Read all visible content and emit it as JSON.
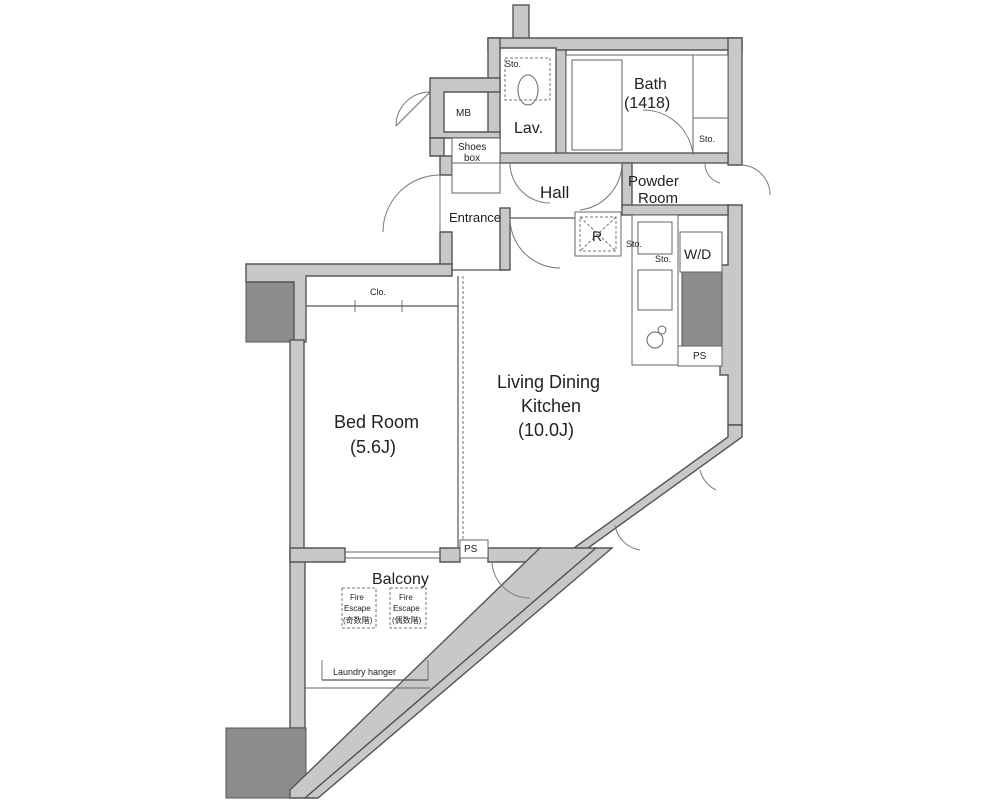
{
  "rooms": {
    "bath": {
      "name": "Bath",
      "size": "(1418)"
    },
    "lav": "Lav.",
    "mb": "MB",
    "shoes_box": [
      "Shoes",
      "box"
    ],
    "entrance": "Entrance",
    "hall": "Hall",
    "powder_room": [
      "Powder",
      "Room"
    ],
    "refrigerator": "R",
    "wd": "W/D",
    "ldk": {
      "name_line1": "Living Dining",
      "name_line2": "Kitchen",
      "size": "(10.0J)"
    },
    "bedroom": {
      "name": "Bed Room",
      "size": "(5.6J)"
    },
    "balcony": "Balcony",
    "laundry_hanger": "Laundry hanger"
  },
  "small_labels": {
    "sto_top": "Sto.",
    "sto_bath": "Sto.",
    "sto_kitchen1": "Sto.",
    "sto_kitchen2": "Sto.",
    "clo": "Clo.",
    "ps_kitchen": "PS",
    "ps_balcony": "PS"
  },
  "fire_escapes": [
    {
      "line1": "Fire",
      "line2": "Escape",
      "line3": "(奇数階)"
    },
    {
      "line1": "Fire",
      "line2": "Escape",
      "line3": "(偶数階)"
    }
  ]
}
